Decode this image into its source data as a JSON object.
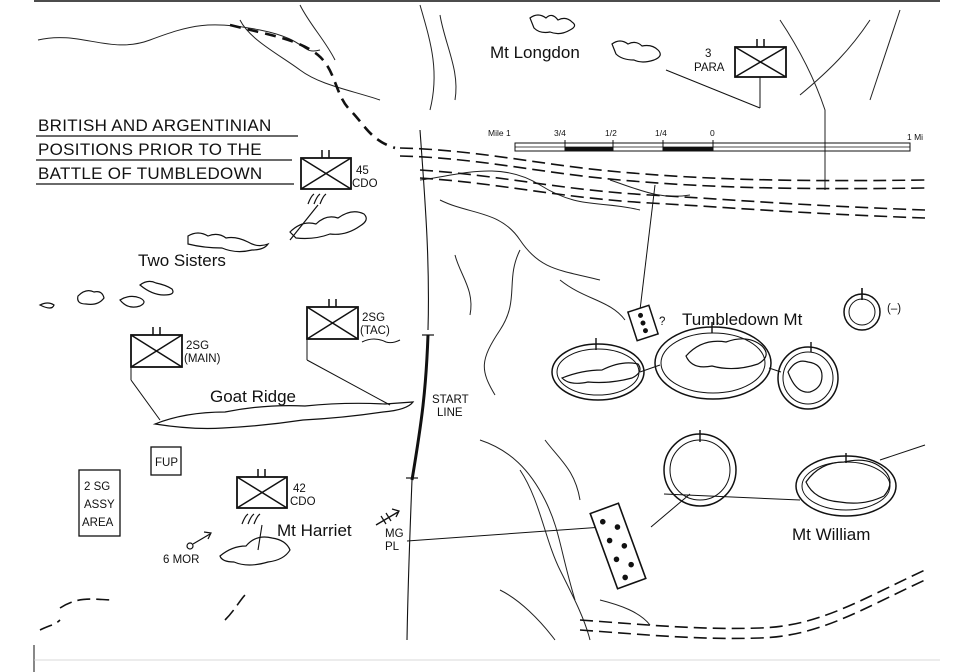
{
  "map": {
    "title_lines": [
      "BRITISH AND ARGENTINIAN",
      "POSITIONS PRIOR TO THE",
      "BATTLE OF TUMBLEDOWN"
    ],
    "features": {
      "mt_longdon": "Mt Longdon",
      "two_sisters": "Two Sisters",
      "goat_ridge": "Goat Ridge",
      "tumbledown": "Tumbledown Mt",
      "mt_harriet": "Mt Harriet",
      "mt_william": "Mt William"
    },
    "units": {
      "para3_line1": "3",
      "para3_line2": "PARA",
      "cdo45_line1": "45",
      "cdo45_line2": "CDO",
      "sg2tac_line1": "2SG",
      "sg2tac_line2": "(TAC)",
      "sg2main_line1": "2SG",
      "sg2main_line2": "(MAIN)",
      "cdo42_line1": "42",
      "cdo42_line2": "CDO"
    },
    "boxes": {
      "fup": "FUP",
      "assy_line1": "2 SG",
      "assy_line2": "ASSY",
      "assy_line3": "AREA"
    },
    "labels": {
      "start_line_1": "START",
      "start_line_2": "LINE",
      "mg_1": "MG",
      "mg_2": "PL",
      "mor": "6 MOR",
      "question": "?",
      "minus": "(–)"
    },
    "scale": {
      "mile_left": "Mile 1",
      "three_quarter": "3/4",
      "half": "1/2",
      "quarter": "1/4",
      "zero": "0",
      "mile_right": "1 Mi"
    }
  }
}
